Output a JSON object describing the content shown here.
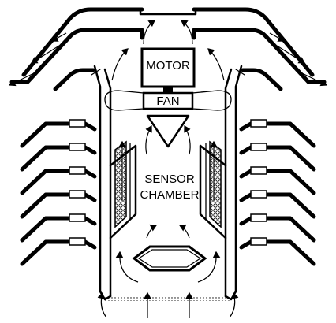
{
  "labels": {
    "motor": "MOTOR",
    "fan": "FAN",
    "sensor_line1": "SENSOR",
    "sensor_line2": "CHAMBER"
  },
  "colors": {
    "line": "#000000",
    "background": "#ffffff"
  },
  "icons": [
    "airflow-arrow-icon"
  ]
}
